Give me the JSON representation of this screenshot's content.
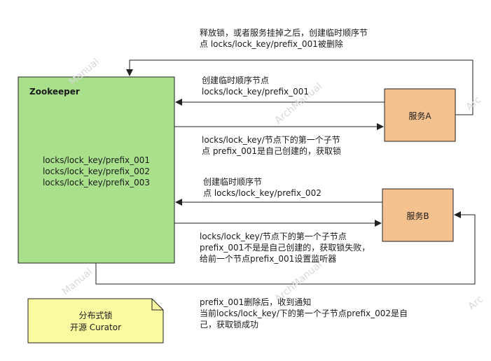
{
  "zookeeper": {
    "title": "Zookeeper",
    "nodes": [
      "locks/lock_key/prefix_001",
      "locks/lock_key/prefix_002",
      "locks/lock_key/prefix_003"
    ]
  },
  "service_a": {
    "label": "服务A"
  },
  "service_b": {
    "label": "服务B"
  },
  "note": {
    "lines": [
      "分布式锁",
      "开源 Curator"
    ]
  },
  "edges": {
    "release": [
      "释放锁，或者服务挂掉之后，创建临时顺序节",
      "点 locks/lock_key/prefix_001被删除"
    ],
    "a_create": [
      "创建临时顺序节点",
      "locks/lock_key/prefix_001"
    ],
    "a_acquire": [
      "locks/lock_key/节点下的第一个子节",
      "点 prefix_001是自己创建的，获取锁"
    ],
    "b_create": [
      "创建临时顺序节",
      "点 locks/lock_key/prefix_002"
    ],
    "b_fail": [
      "locks/lock_key/节点下的第一个子节点",
      "prefix_001不是是自己创建的，获取锁失败，",
      "给前一个节点prefix_001设置监听器"
    ],
    "notify": [
      "prefix_001删除后，收到通知",
      "当前locks/lock_key/下的第一个子节点prefix_002是自",
      "己，获取锁成功"
    ]
  },
  "colors": {
    "zookeeper_fill": "#a9e08c",
    "service_fill": "#f5c28f",
    "note_fill": "#fafaa0",
    "line": "#222222"
  }
}
